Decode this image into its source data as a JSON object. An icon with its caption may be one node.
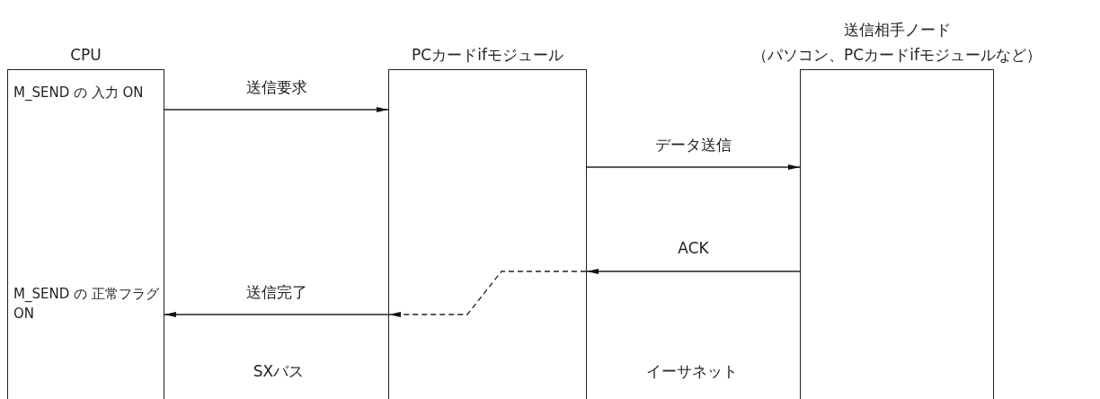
{
  "diagram": {
    "nodes": [
      {
        "text": [
          "CPU",
          "M_SEND の 入力 ON",
          "M_SEND の 正常フラグ ON"
        ]
      },
      {
        "text": [
          "PCカードifモジュール"
        ]
      },
      {
        "text": [
          "送信相手ノード",
          "（パソコン、PCカードifモジュールなど）"
        ]
      }
    ],
    "edges": [
      {
        "from": 0,
        "to": 1,
        "arrow": "to",
        "label": "送信要求"
      },
      {
        "from": 1,
        "to": 2,
        "arrow": "to",
        "label": "データ送信"
      },
      {
        "from": 2,
        "to": 1,
        "arrow": "to",
        "label": "ACK"
      },
      {
        "from": 1,
        "to": 0,
        "arrow": "to",
        "label": "送信完了"
      }
    ],
    "labels": [
      "SXバス",
      "イーサネット"
    ]
  }
}
